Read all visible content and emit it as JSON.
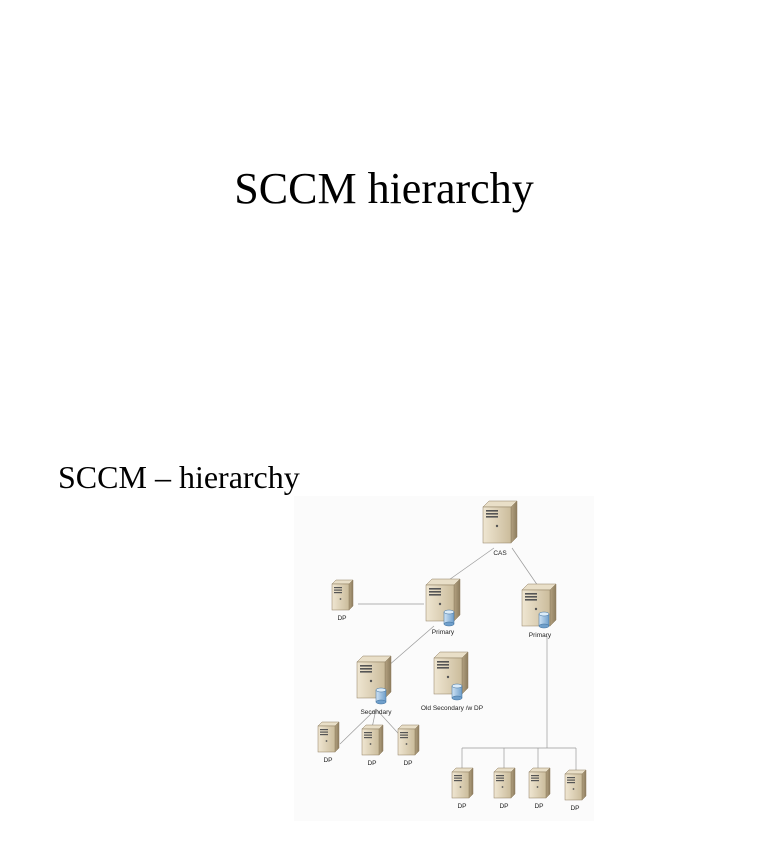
{
  "title_slide": {
    "title": "SCCM hierarchy"
  },
  "content_slide": {
    "heading": "SCCM – hierarchy",
    "diagram": {
      "nodes": {
        "cas": "CAS",
        "primary_left": "Primary",
        "primary_right": "Primary",
        "dp_left": "DP",
        "secondary": "Secondary",
        "old_secondary": "Old Secondary /w DP",
        "dp_sec_1": "DP",
        "dp_sec_2": "DP",
        "dp_sec_3": "DP",
        "dp_pri_1": "DP",
        "dp_pri_2": "DP",
        "dp_pri_3": "DP",
        "dp_pri_4": "DP"
      }
    }
  },
  "colors": {
    "server_body": "#d9ccb0",
    "server_shadow": "#a8977a",
    "database": "#9fc4e4",
    "line": "#9a9a9a"
  }
}
